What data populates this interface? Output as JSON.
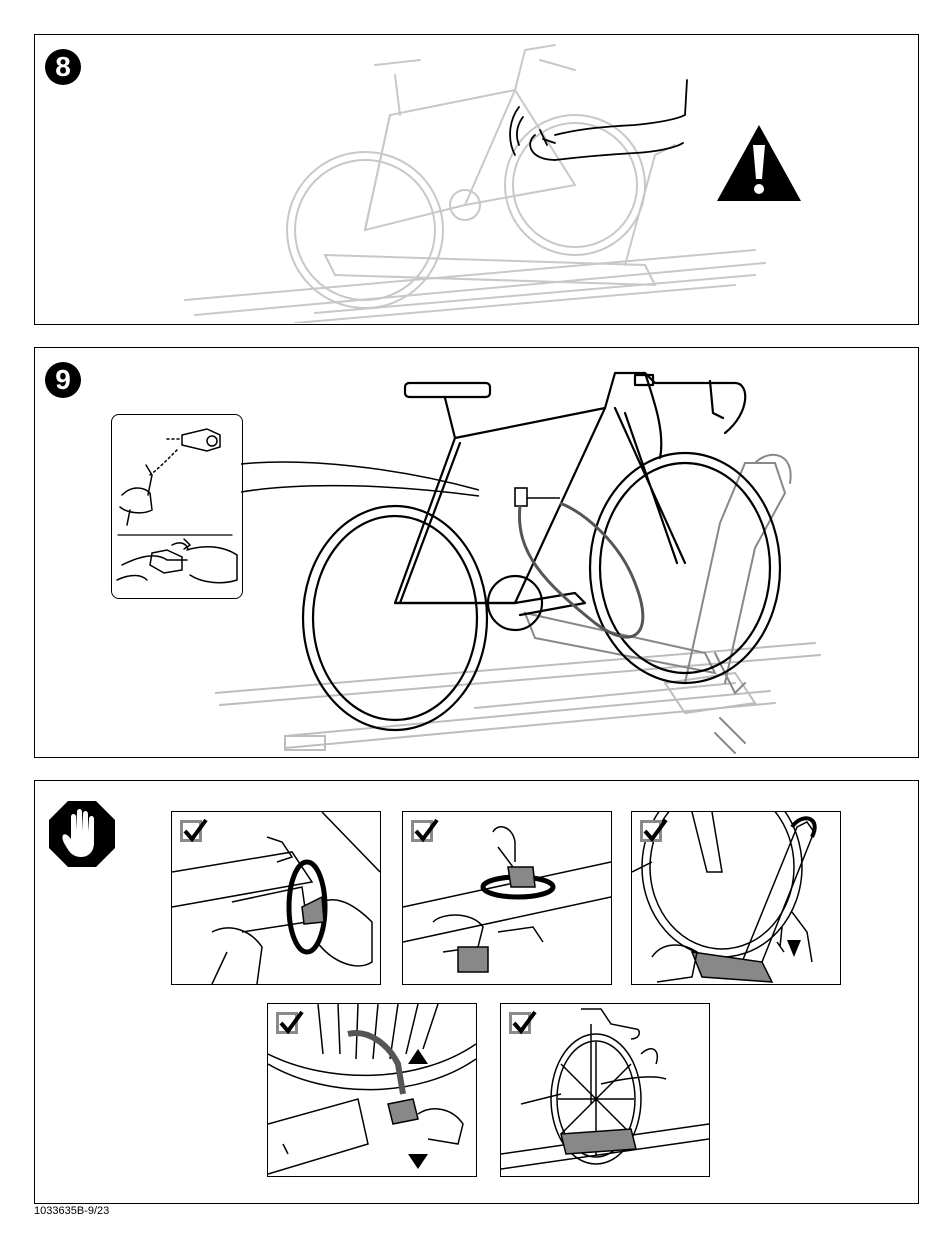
{
  "steps": {
    "step8": {
      "number": "8"
    },
    "step9": {
      "number": "9"
    }
  },
  "icons": {
    "warning": "warning-triangle-icon",
    "stop": "stop-hand-icon",
    "check": "checkmark-icon"
  },
  "footer": {
    "doc_code": "1033635B-9/23"
  }
}
